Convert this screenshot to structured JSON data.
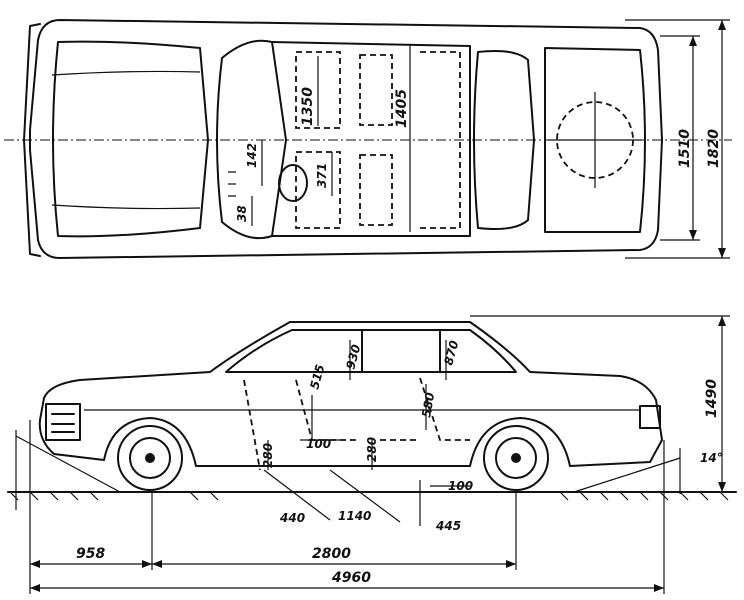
{
  "top_view": {
    "dim_width_body": "1510",
    "dim_width_overall": "1820",
    "dim_seat_depth": "1350",
    "dim_interior_length": "1405",
    "dim_seat_gap": "371",
    "dim_wheel_offset": "142",
    "dim_pedal": "38"
  },
  "side_view": {
    "dim_height": "1490",
    "dim_rear_angle": "14°",
    "dim_seat_height_front": "280",
    "dim_seat_back": "515",
    "dim_roof_front": "930",
    "dim_roof_rear": "870",
    "dim_rear_back": "580",
    "dim_front_100": "100",
    "dim_mid_280": "280",
    "dim_rear_100": "100",
    "dim_440": "440",
    "dim_1140": "1140",
    "dim_445": "445"
  },
  "bottom_dims": {
    "front_overhang": "958",
    "wheelbase": "2800",
    "overall_length": "4960"
  }
}
